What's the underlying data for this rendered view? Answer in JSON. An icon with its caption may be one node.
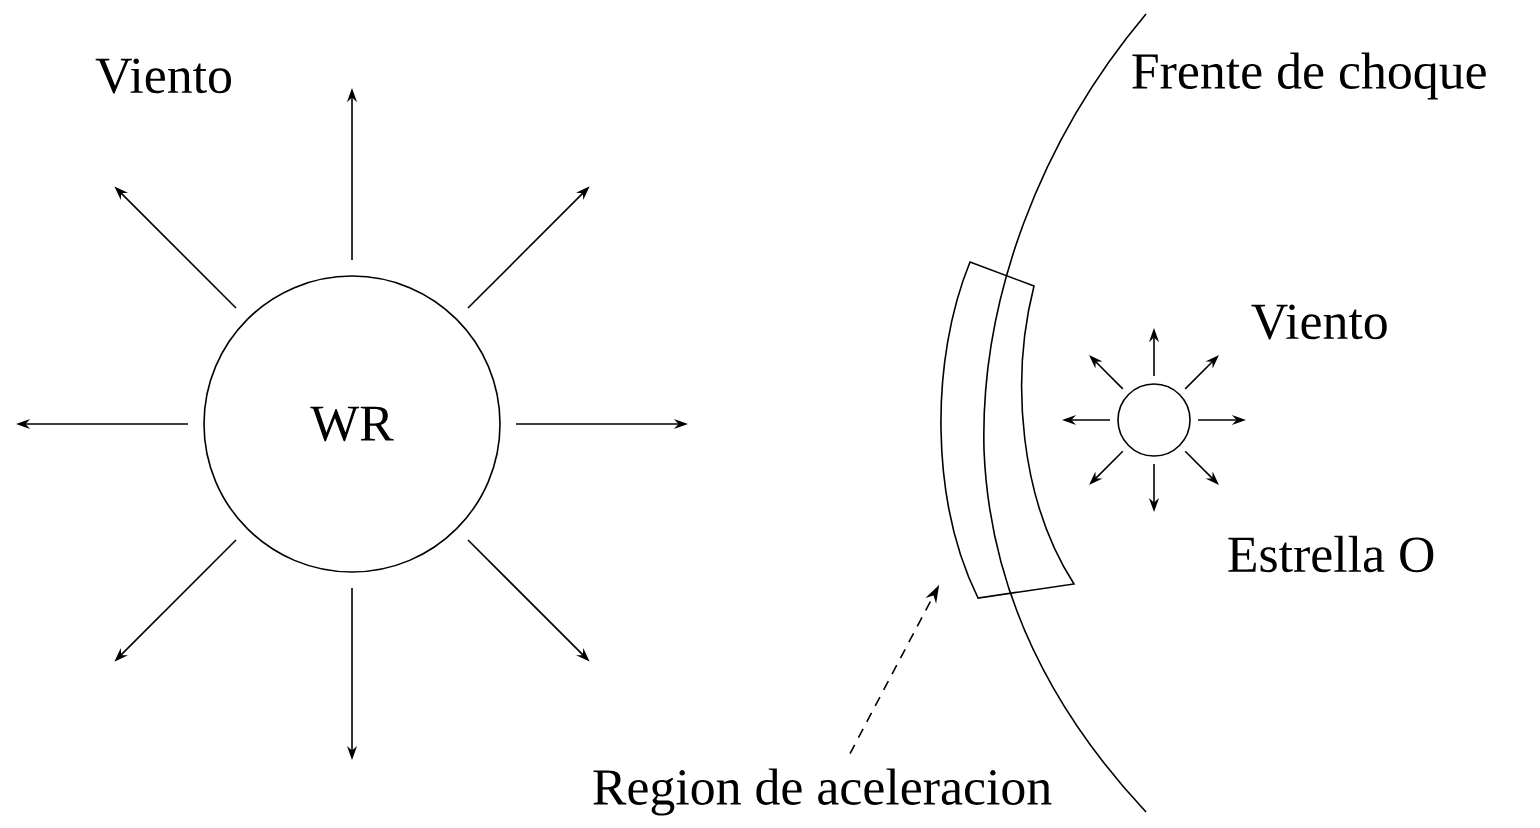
{
  "diagram": {
    "nodes": [
      {
        "text": [
          "WR"
        ]
      },
      {
        "text": [],
        "shape": "circle",
        "beside": [
          "Estrella  O"
        ]
      },
      {
        "text": [],
        "shape": "box"
      },
      {
        "text": [
          "Region de aceleracion"
        ]
      }
    ],
    "edges": [
      {
        "from": 3,
        "to": 2,
        "arrow": "to",
        "style": "dashed"
      }
    ],
    "labels": [
      "Viento",
      "Frente de choque",
      "Viento"
    ]
  }
}
